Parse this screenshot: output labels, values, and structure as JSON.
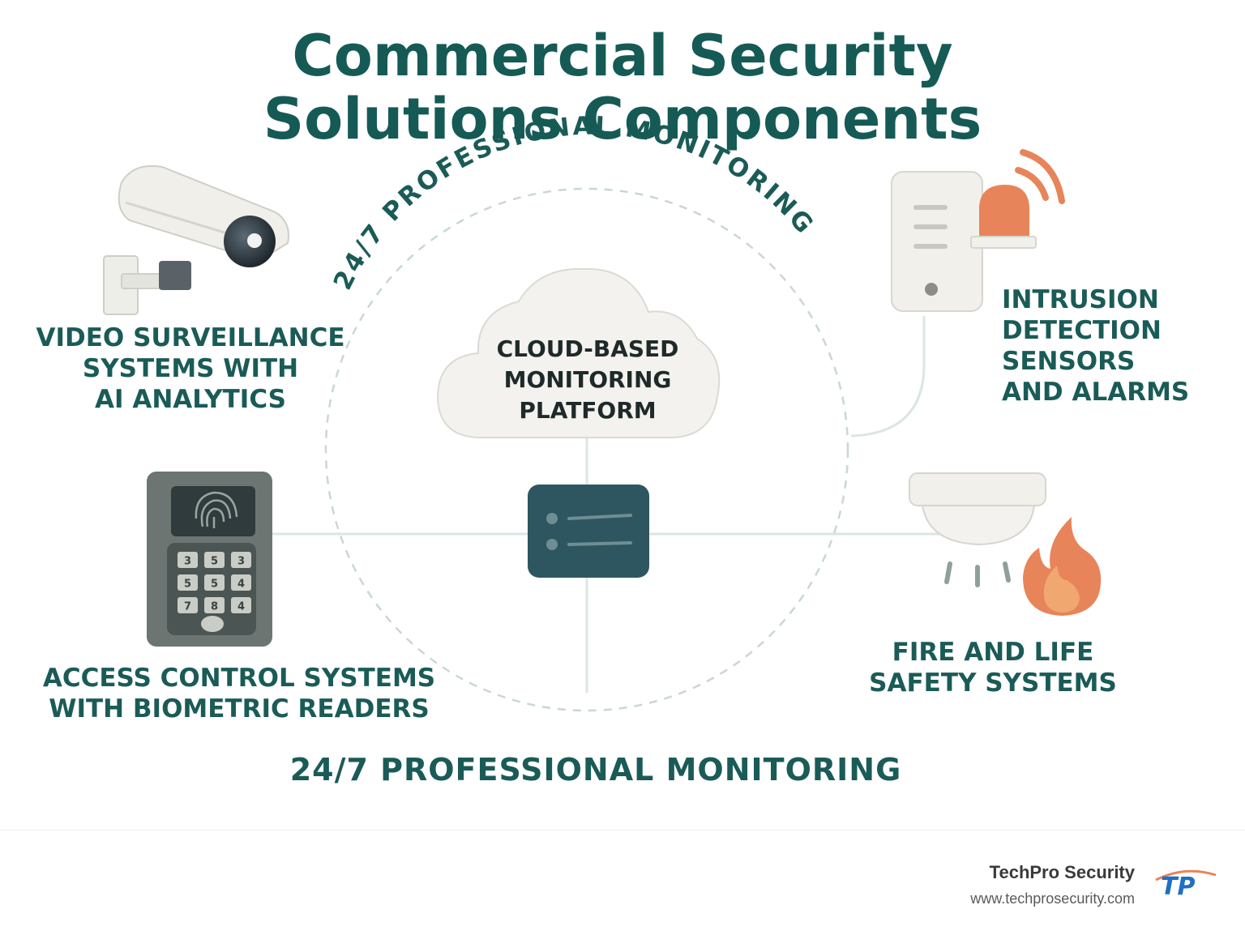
{
  "title": {
    "line1": "Commercial Security",
    "line2": "Solutions Components"
  },
  "ring_label": "24/7 PROFESSIONAL MONITORING",
  "bottom_label": "24/7 PROFESSIONAL MONITORING",
  "center": {
    "line1": "CLOUD-BASED",
    "line2": "MONITORING",
    "line3": "PLATFORM"
  },
  "components": {
    "video": {
      "line1": "VIDEO SURVEILLANCE",
      "line2": "SYSTEMS WITH",
      "line3": "AI ANALYTICS",
      "icon": "security-camera-icon"
    },
    "intrusion": {
      "line1": "INTRUSION",
      "line2": "DETECTION",
      "line3": "SENSORS",
      "line4": "AND ALARMS",
      "icon": "alarm-sensor-icon"
    },
    "access": {
      "line1": "ACCESS CONTROL SYSTEMS",
      "line2": "WITH BIOMETRIC READERS",
      "icon": "biometric-keypad-icon",
      "keys": [
        "3",
        "5",
        "3",
        "5",
        "5",
        "4",
        "7",
        "8",
        "4"
      ]
    },
    "fire": {
      "line1": "FIRE AND LIFE",
      "line2": "SAFETY SYSTEMS",
      "icon": "smoke-detector-icon"
    }
  },
  "footer": {
    "brand": "TechPro Security",
    "url": "www.techprosecurity.com",
    "logo_text": "TP"
  },
  "colors": {
    "primary": "#155a55",
    "accent": "#e8845a",
    "hub": "#2e5660",
    "line": "#dfe9e4"
  }
}
